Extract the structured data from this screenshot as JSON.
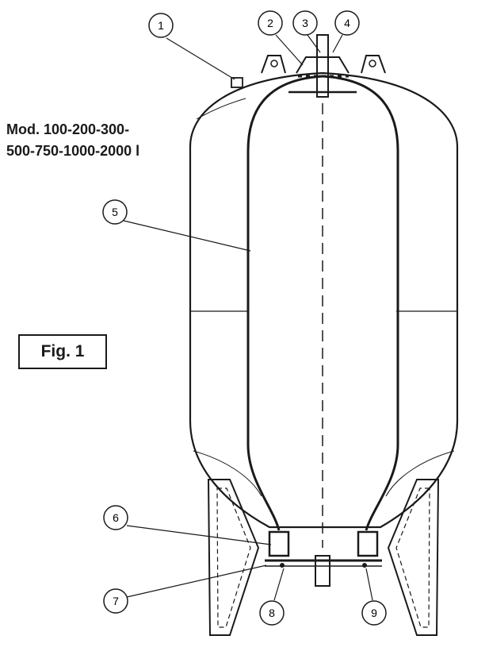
{
  "model_line1": "Mod. 100-200-300-",
  "model_line2": "500-750-1000-2000 l",
  "figure_label": "Fig. 1",
  "callouts": [
    {
      "id": "1",
      "label": "1"
    },
    {
      "id": "2",
      "label": "2"
    },
    {
      "id": "3",
      "label": "3"
    },
    {
      "id": "4",
      "label": "4"
    },
    {
      "id": "5",
      "label": "5"
    },
    {
      "id": "6",
      "label": "6"
    },
    {
      "id": "7",
      "label": "7"
    },
    {
      "id": "8",
      "label": "8"
    },
    {
      "id": "9",
      "label": "9"
    }
  ],
  "colors": {
    "ink": "#1a1a1a",
    "paper": "#ffffff"
  }
}
